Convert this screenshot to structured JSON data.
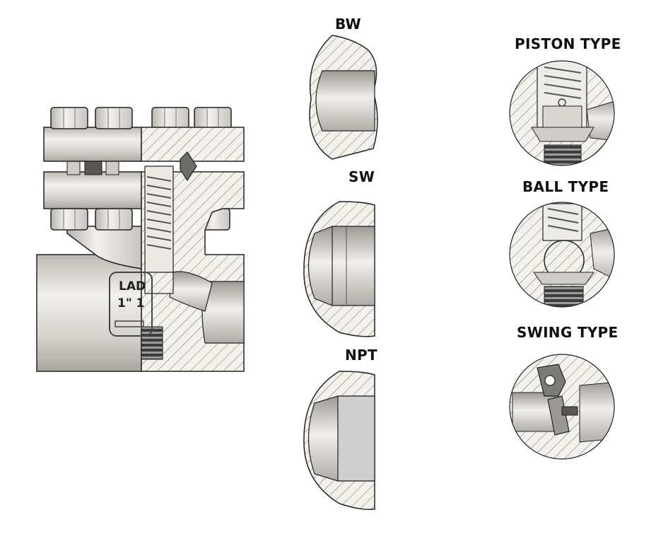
{
  "colors": {
    "steel_light": "#e6e4e1",
    "steel_mid": "#cfccc7",
    "steel_dark": "#8e8a85",
    "section_fill": "#f3f1ec",
    "hatch": "#6d6a66",
    "outline": "#222222",
    "thread_dark": "#3a3a3a"
  },
  "end_connections": {
    "bw_label": "BW",
    "sw_label": "SW",
    "npt_label": "NPT"
  },
  "internal_types": {
    "piston_label": "PISTON TYPE",
    "ball_label": "BALL TYPE",
    "swing_label": "SWING TYPE"
  },
  "body_marking": {
    "line1": "LAD",
    "line2": "1\" 1"
  }
}
